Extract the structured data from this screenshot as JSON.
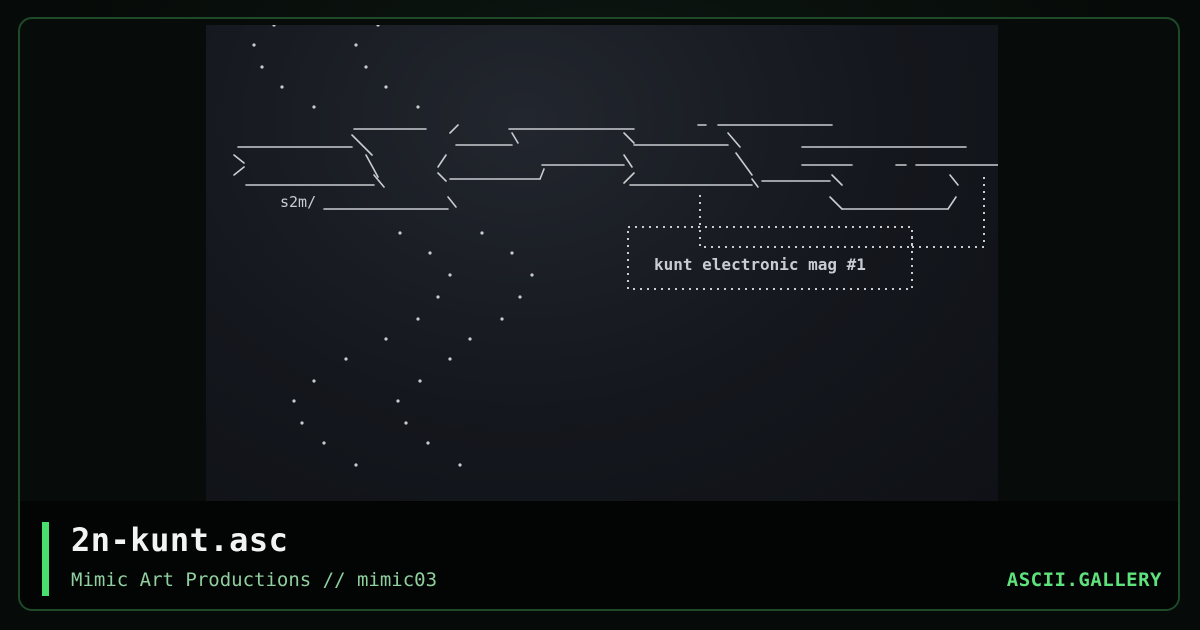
{
  "card": {
    "title": "2n-kunt.asc",
    "subtitle": "Mimic Art Productions // mimic03",
    "brand": "ASCII.GALLERY"
  },
  "artwork": {
    "caption_text": "kunt electronic mag #1",
    "signature": "s2m/"
  },
  "colors": {
    "accent": "#4ade6e",
    "brand": "#5ee27c",
    "subtitle": "#8fcf9f",
    "title": "#f2f4f3",
    "frame_border": "#1e4a2a",
    "art_ink": "#c9cdd2"
  }
}
